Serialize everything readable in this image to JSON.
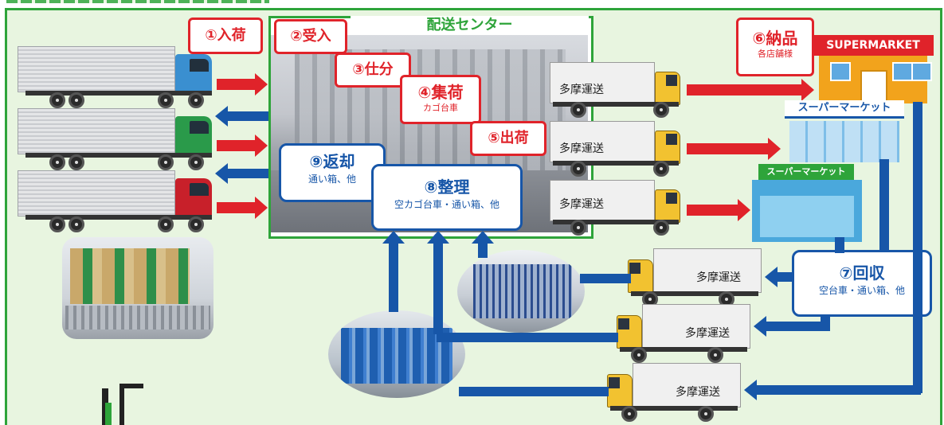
{
  "center": {
    "title": "配送センター"
  },
  "steps": {
    "s1": "①入荷",
    "s2": "②受入",
    "s3": "③仕分",
    "s4": "④集荷",
    "s4_sub": "カゴ台車",
    "s5": "⑤出荷",
    "s6": "⑥納品",
    "s6_sub": "各店舗様",
    "s7": "⑦回収",
    "s7_sub": "空台車・通い箱、他",
    "s8": "⑧整理",
    "s8_sub": "空カゴ台車・通い箱、他",
    "s9": "⑨返却",
    "s9_sub": "通い箱、他"
  },
  "truck_label": "多摩運送",
  "stores": {
    "supermarket_en": "SUPERMARKET",
    "supermarket_jp1": "スーパーマーケット",
    "supermarket_jp2": "スーパーマーケット"
  },
  "colors": {
    "frame_green": "#2ea43a",
    "background_green": "#e8f5e0",
    "red": "#e0232a",
    "blue": "#1756a8",
    "truck_yellow": "#f2c230",
    "cab_blue": "#3a8fd0",
    "cab_green": "#2a9a4a",
    "cab_red": "#c8202a"
  }
}
